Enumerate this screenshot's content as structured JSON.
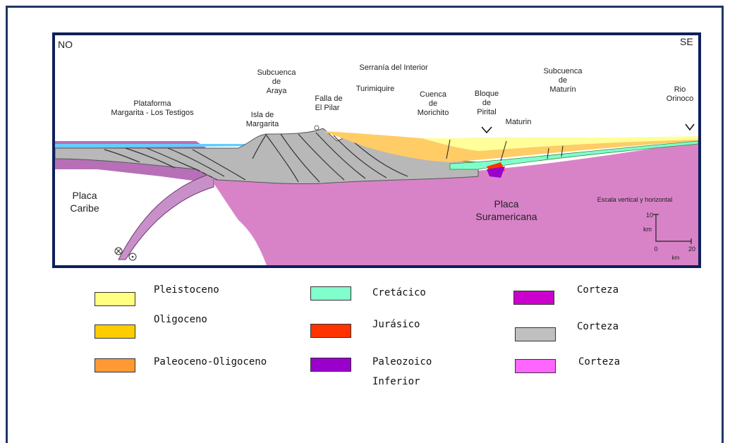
{
  "cross_section": {
    "corner_left": "NO",
    "corner_right": "SE",
    "labels": {
      "plataforma_1": "Plataforma",
      "plataforma_2": "Margarita - Los Testigos",
      "subcuenca_araya_1": "Subcuenca",
      "subcuenca_araya_2": "de",
      "subcuenca_araya_3": "Araya",
      "isla_1": "Isla de",
      "isla_2": "Margarita",
      "serrania": "Serranía del Interior",
      "turimiquire": "Turimiquire",
      "falla_1": "Falla de",
      "falla_2": "El Pilar",
      "cuenca_1": "Cuenca",
      "cuenca_2": "de",
      "cuenca_3": "Morichito",
      "bloque_1": "Bloque",
      "bloque_2": "de",
      "bloque_3": "Pirital",
      "maturin_town": "Maturin",
      "subcuenca_maturin_1": "Subcuenca",
      "subcuenca_maturin_2": "de",
      "subcuenca_maturin_3": "Maturín",
      "rio_1": "Rio",
      "rio_2": "Orinoco",
      "placa_caribe_1": "Placa",
      "placa_caribe_2": "Caribe",
      "placa_sur_1": "Placa",
      "placa_sur_2": "Suramericana",
      "escala": "Escala vertical y horizontal",
      "scale_10": "10",
      "scale_km_v": "km",
      "scale_0": "0",
      "scale_20": "20",
      "scale_km_h": "km"
    }
  },
  "legend": [
    {
      "label": "Pleistoceno",
      "color": "#ffff80"
    },
    {
      "label": "Oligoceno",
      "color": "#ffcc00"
    },
    {
      "label": "Paleoceno-Oligoceno",
      "color": "#ff9933"
    },
    {
      "label": "Cretácico",
      "color": "#80ffcc"
    },
    {
      "label": "Jurásico",
      "color": "#ff3300"
    },
    {
      "label": "Paleozoico",
      "label2": "Inferior",
      "color": "#9900cc"
    },
    {
      "label": "Corteza",
      "color": "#cc00cc"
    },
    {
      "label": "Corteza",
      "color": "#c0c0c0"
    },
    {
      "label": "Corteza",
      "color": "#ff66ff"
    }
  ],
  "colors": {
    "frame": "#1f3864",
    "section_border": "#0e1f5b",
    "sea": "#66ccff",
    "plate_pink": "#d883c8",
    "plate_purple": "#b770b7",
    "gray_crust": "#b8b8b8"
  }
}
